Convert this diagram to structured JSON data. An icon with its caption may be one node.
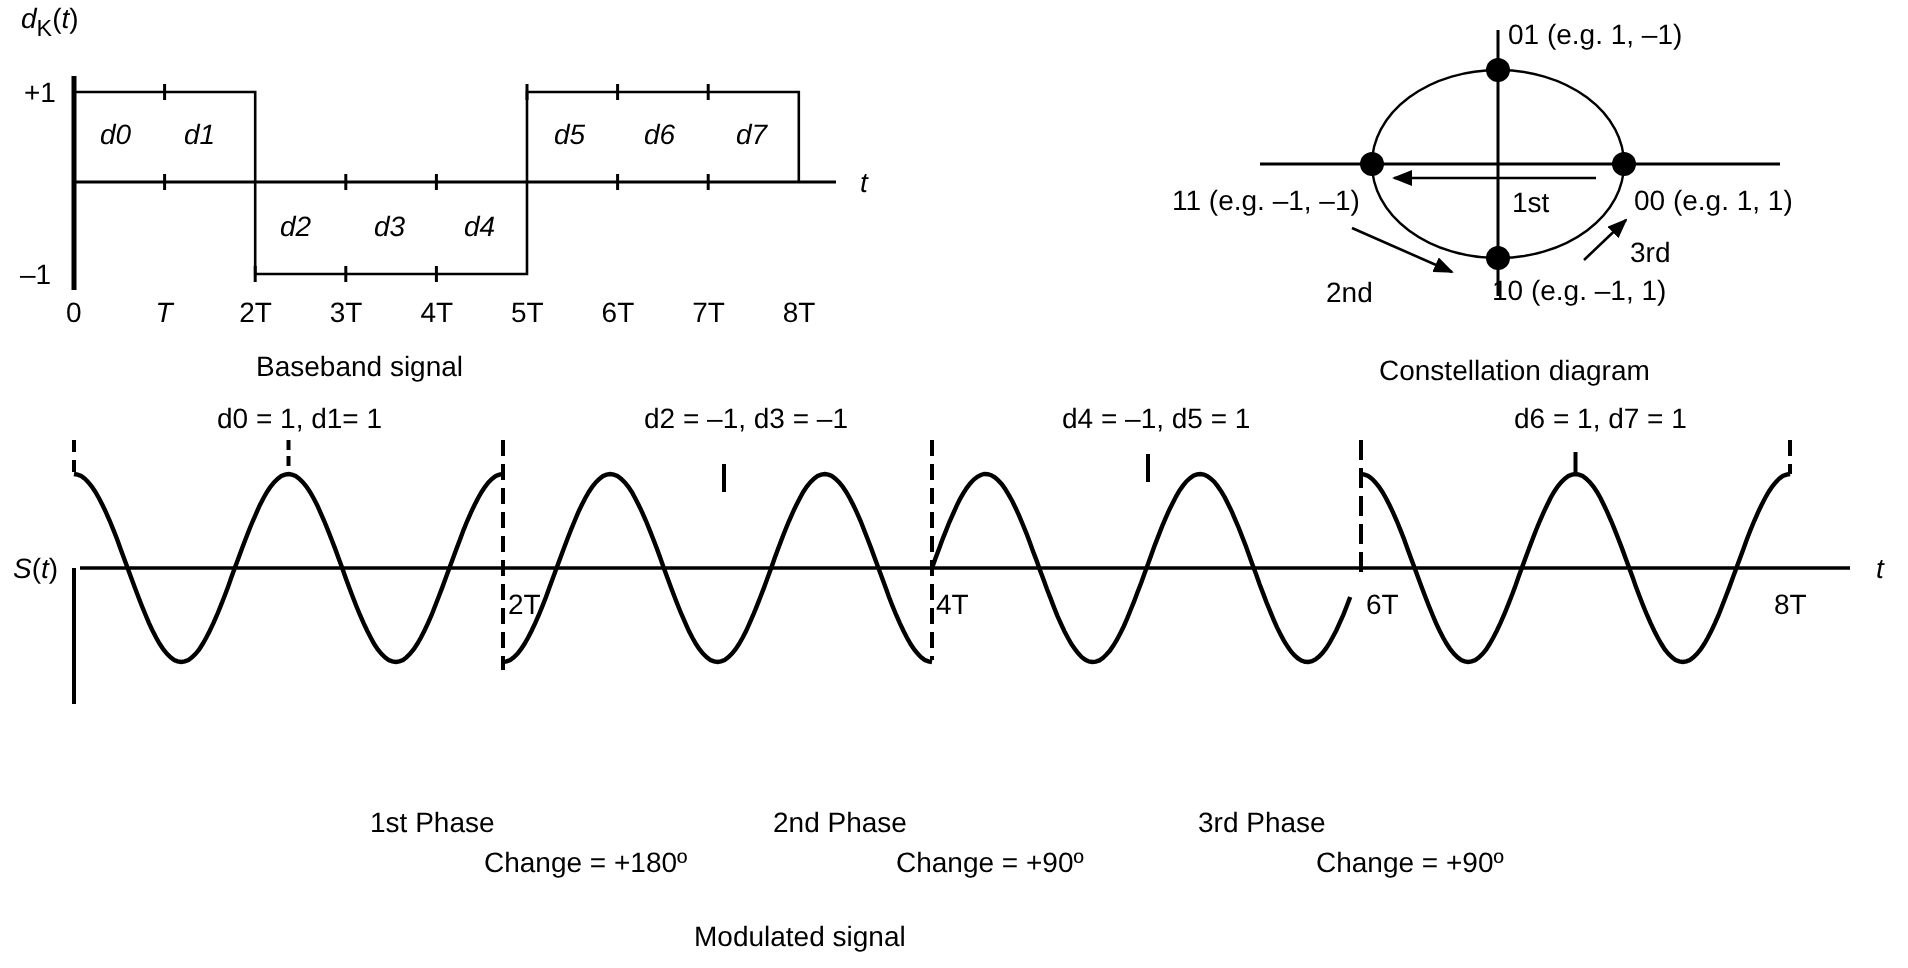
{
  "diagram": {
    "nodes": [
      {
        "text": [
          "01 (e.g. 1, –1)"
        ]
      },
      {
        "text": [
          "11 (e.g. –1, –1)"
        ]
      },
      {
        "text": [
          "00 (e.g. 1, 1)"
        ]
      },
      {
        "text": [
          "10 (e.g. –1, 1)"
        ]
      }
    ],
    "edges": [
      {
        "from": 2,
        "to": 1,
        "arrow": "to",
        "label": "1st"
      },
      {
        "from": 1,
        "to": 3,
        "arrow": "to",
        "label": "2nd"
      },
      {
        "from": 3,
        "to": 2,
        "arrow": "to",
        "label": "3rd"
      }
    ],
    "labels": [
      "*d*$_{K}$(*t*)",
      "+1",
      "d0",
      "d1",
      "t",
      "d2",
      "d3",
      "d4",
      "d5",
      "d6",
      "d7",
      "–1",
      "0",
      "T",
      "2T",
      "3T",
      "4T",
      "5T",
      "6T",
      "7T",
      "8T",
      "Baseband signal",
      "Constellation diagram",
      "d0 = 1, d1= 1",
      "d2 = –1, d3 = –1",
      "d4 = –1, d5 = 1",
      "d6 = 1, d7 = 1",
      "*S*(*t*)",
      "t",
      "2T",
      "4T",
      "6T",
      "8T",
      "1st Phase",
      "2nd Phase",
      "3rd Phase",
      "Change = +180º",
      "Change = +90º",
      "Change = +90º",
      "Modulated signal"
    ]
  }
}
